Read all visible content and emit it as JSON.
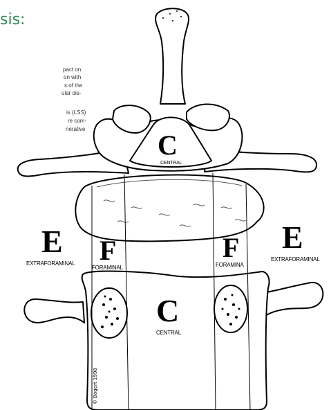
{
  "heading": {
    "fragment": "sis:"
  },
  "text_fragments": [
    "pact on",
    "on with",
    "s of the",
    "ular dis-",
    "is (LSS)",
    "re com-",
    "nerative"
  ],
  "labels": {
    "central_upper_letter": "C",
    "central_upper_word": "CENTRAL",
    "central_lower_letter": "C",
    "central_lower_word": "CENTRAL",
    "extra_left_letter": "E",
    "extra_left_word": "EXTRAFORAMINAL",
    "extra_right_letter": "E",
    "extra_right_word": "EXTRAFORAMINAL",
    "foram_left_letter": "F",
    "foram_left_word": "FORAMINAL",
    "foram_right_letter": "F",
    "foram_right_word": "FORAMINA"
  },
  "signature": "© Bogert 1998",
  "colors": {
    "heading": "#2e8a4e",
    "ink": "#000000"
  }
}
